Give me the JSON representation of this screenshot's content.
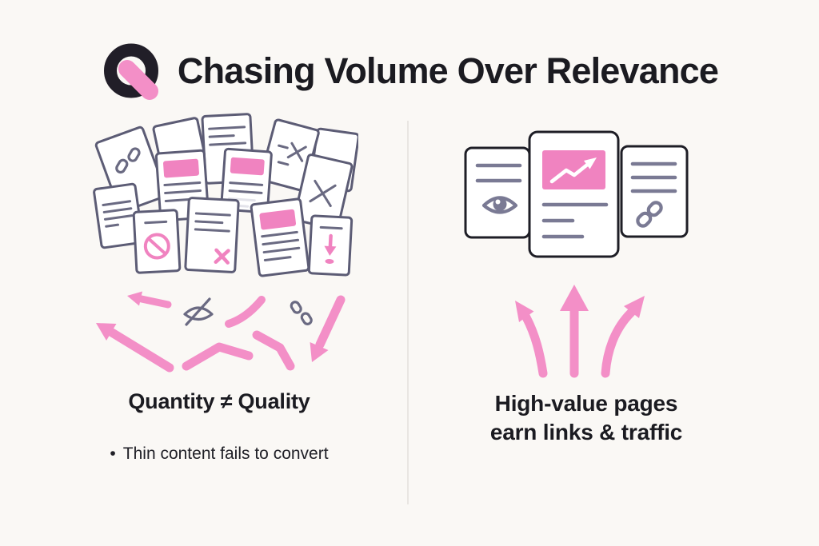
{
  "title": "Chasing Volume Over Relevance",
  "brand": {
    "logo_name": "q-mark-logo"
  },
  "left": {
    "heading": "Quantity ≠ Quality",
    "bullet_marker": "•",
    "bullet": "Thin content fails to convert",
    "illustration": {
      "name": "pile-of-low-quality-documents",
      "icons": [
        "broken-link-icon",
        "x-mark-icon",
        "prohibition-icon",
        "pink-cross-icon",
        "download-arrow-icon",
        "hidden-eye-icon",
        "broken-chain-icon",
        "scattered-pink-arrows"
      ]
    }
  },
  "right": {
    "heading_line1": "High-value pages",
    "heading_line2": "earn links & traffic",
    "illustration": {
      "name": "high-value-page-cards",
      "icons": [
        "eye-icon",
        "trending-up-chart-icon",
        "link-icon",
        "three-upward-arrows"
      ]
    }
  },
  "colors": {
    "background": "#FAF8F5",
    "ink": "#1B1B21",
    "pink": "#F083C0",
    "pink_arrow": "#F38FC7",
    "outline": "#5C5C75",
    "icon_gray": "#7A7A94",
    "divider": "#E9E6E2"
  }
}
